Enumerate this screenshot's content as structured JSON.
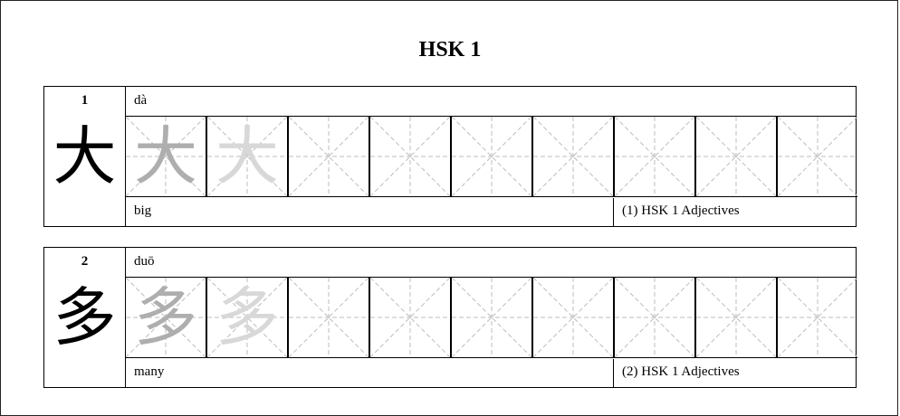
{
  "page": {
    "title": "HSK 1"
  },
  "entries": [
    {
      "number": "1",
      "character": "大",
      "pinyin": "dà",
      "meaning": "big",
      "category": "(1) HSK 1 Adjectives"
    },
    {
      "number": "2",
      "character": "多",
      "pinyin": "duō",
      "meaning": "many",
      "category": "(2) HSK 1 Adjectives"
    }
  ],
  "colors": {
    "trace_dark": "#aeaeae",
    "trace_light": "#d8d8d8",
    "guide_lines": "#bdbdbd"
  },
  "practice_cells_per_row": 9,
  "traced_cells_per_row": 2
}
